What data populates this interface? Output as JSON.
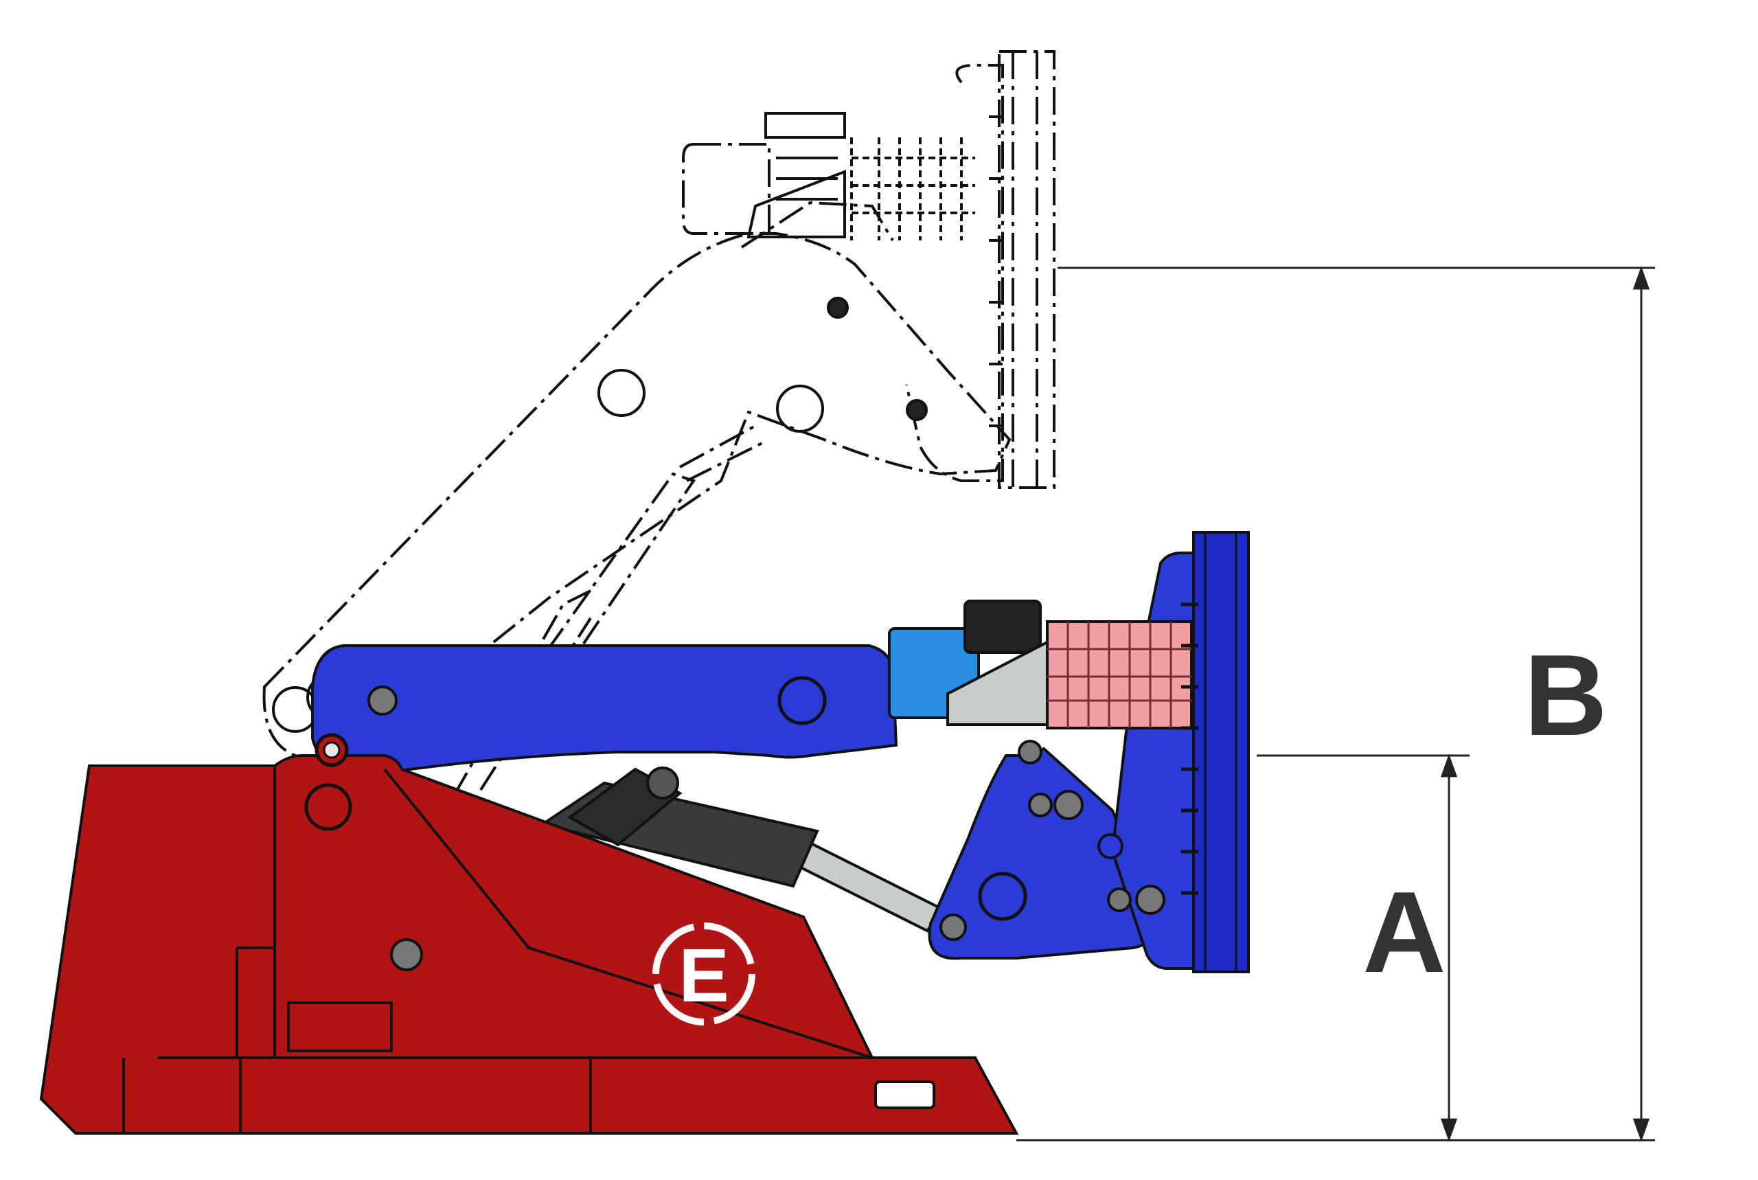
{
  "diagram": {
    "dimension_a": {
      "label": "A"
    },
    "dimension_b": {
      "label": "B"
    },
    "logo": {
      "letter": "E"
    }
  },
  "colors": {
    "base_frame": "#b11414",
    "boom_arm": "#2a3bd6",
    "flange_plate": "#1d2bc4",
    "gearbox": "#f0a0a0",
    "motor": "#2a8fe0",
    "motor_bracket": "#c8cccc",
    "cylinder": "#3a3a3a",
    "cylinder_rod": "#c8cccc",
    "outline": "#111111",
    "dimension_line": "#222222"
  }
}
